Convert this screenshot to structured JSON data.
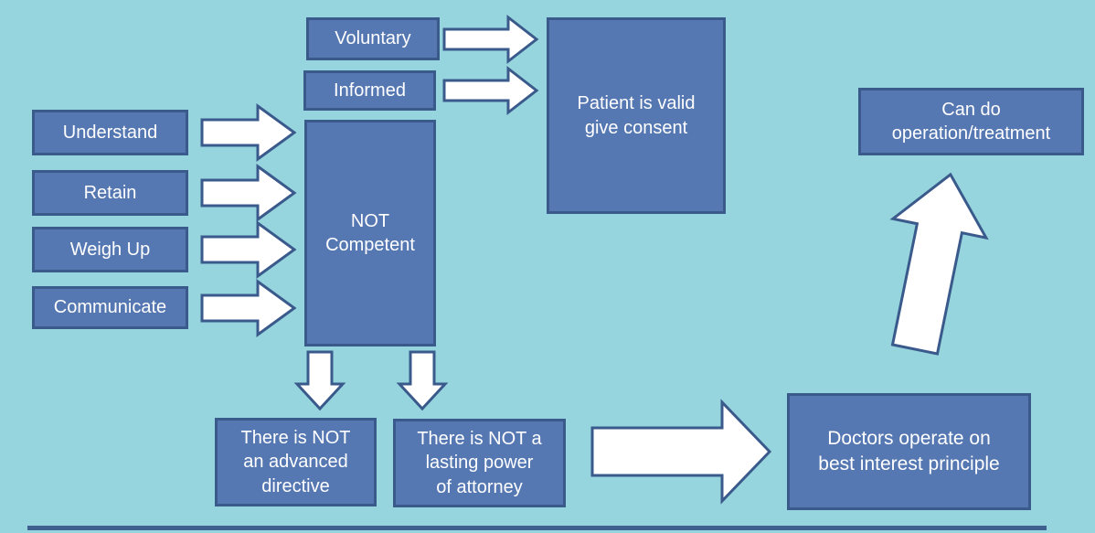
{
  "diagram": {
    "title": "Patient consent and competence flowchart",
    "colors": {
      "background": "#97d5de",
      "box_fill": "#5577b2",
      "box_border": "#3a5a8c",
      "arrow_fill": "#ffffff",
      "text": "#ffffff"
    },
    "boxes": {
      "voluntary": {
        "label": "Voluntary"
      },
      "informed": {
        "label": "Informed"
      },
      "understand": {
        "label": "Understand"
      },
      "retain": {
        "label": "Retain"
      },
      "weigh_up": {
        "label": "Weigh Up"
      },
      "communicate": {
        "label": "Communicate"
      },
      "not_competent": {
        "label": "NOT\nCompetent"
      },
      "patient_valid_consent": {
        "label": "Patient is valid\ngive consent"
      },
      "can_do_operation": {
        "label": "Can do\noperation/treatment"
      },
      "no_advanced_directive": {
        "label": "There is NOT\nan advanced\ndirective"
      },
      "no_lasting_power": {
        "label": "There is NOT a\nlasting power\nof attorney"
      },
      "doctors_best_interest": {
        "label": "Doctors operate on\nbest interest principle"
      }
    },
    "arrows": [
      "voluntary-to-valid-consent",
      "informed-to-valid-consent",
      "understand-to-not-competent",
      "retain-to-not-competent",
      "weigh-up-to-not-competent",
      "communicate-to-not-competent",
      "not-competent-to-advanced-directive",
      "not-competent-to-lasting-power",
      "no-directive-power-to-doctors",
      "doctors-to-can-do-operation"
    ]
  }
}
